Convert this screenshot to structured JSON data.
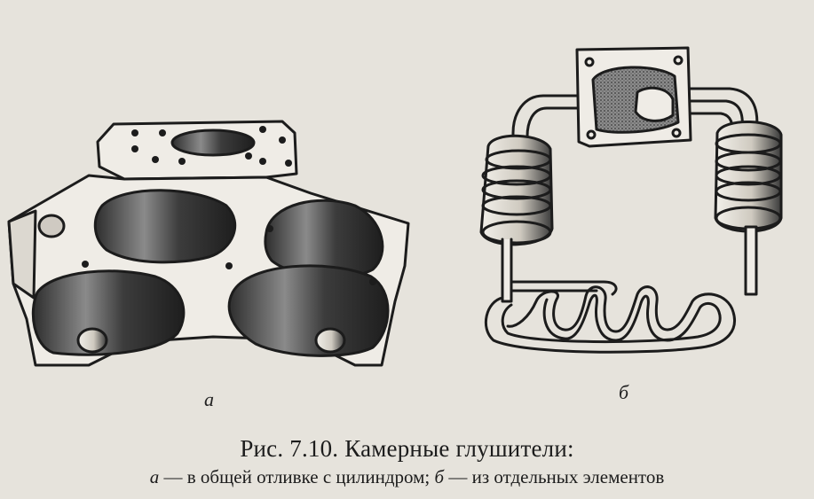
{
  "figure": {
    "panels": [
      {
        "id": "a",
        "label": "а"
      },
      {
        "id": "b",
        "label": "б"
      }
    ],
    "caption": {
      "title": "Рис. 7.10. Камерные глушители:",
      "legend": [
        {
          "letter": "а",
          "text": " — в общей отливке с цилиндром; "
        },
        {
          "letter": "б",
          "text": " — из отдельных элементов"
        }
      ]
    }
  },
  "colors": {
    "ink": "#1c1c1c",
    "paper": "#e6e3dc",
    "cavity_dark": "#3a3a3a",
    "cavity_light": "#9a9a9a",
    "hatch": "#6f6f6f"
  }
}
